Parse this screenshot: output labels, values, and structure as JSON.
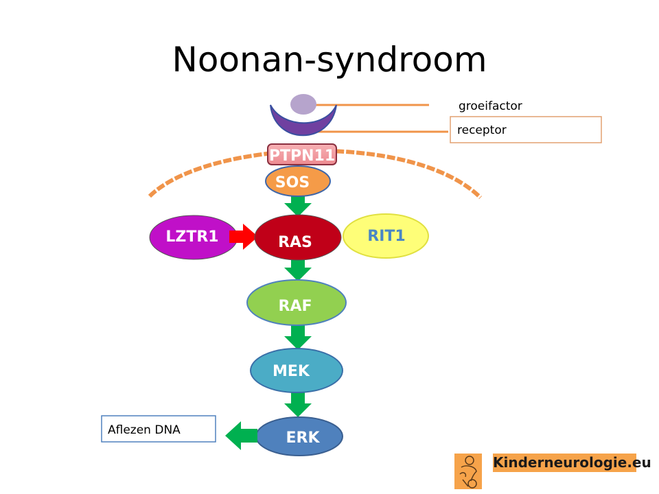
{
  "title": "Noonan-syndroom",
  "labels": {
    "groeifactor": "groeifactor",
    "receptor": "receptor",
    "aflezen": "Aflezen DNA"
  },
  "nodes": {
    "ptpn11": "PTPN11",
    "sos": "SOS",
    "lztr1": "LZTR1",
    "ras": "RAS",
    "rit1": "RIT1",
    "raf": "RAF",
    "mek": "MEK",
    "erk": "ERK"
  },
  "logo": {
    "text": "Kinderneurologie.eu"
  },
  "colors": {
    "membrane": "#f0944a",
    "ligand": "#b6a4cc",
    "receptor": "#7040a0",
    "ptpn11": "#f4a0a4",
    "sos": "#f59b48",
    "lztr1": "#c010c8",
    "ras": "#c00018",
    "rit1": "#fefe78",
    "raf": "#92d050",
    "mek": "#4bacc6",
    "erk": "#4f81bd",
    "arrow_green": "#00b050",
    "arrow_red": "#ff0000",
    "logo_bg": "#f6a34a"
  }
}
